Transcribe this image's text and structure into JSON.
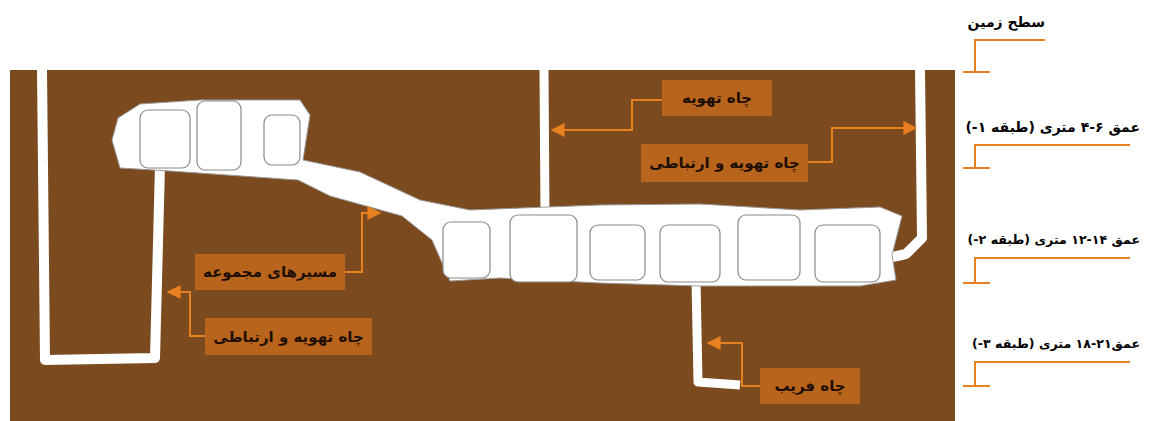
{
  "diagram": {
    "nodes": [
      {
        "text": [
          "چاه تهویه"
        ]
      },
      {
        "text": [
          "چاه تهویه و ارتباطی"
        ]
      },
      {
        "text": [
          "مسیرهای مجموعه"
        ]
      },
      {
        "text": [
          "چاه تهویه و ارتباطی"
        ]
      },
      {
        "text": [
          "چاه فریب"
        ]
      }
    ],
    "labels": [
      "سطح زمین",
      "عمق ۶-۴ متری (طبقه ۱-)",
      "عمق ۱۴-۱۲ متری (طبقه ۲-)",
      "عمق۲۱-۱۸ متری (طبقه ۳-)"
    ]
  }
}
